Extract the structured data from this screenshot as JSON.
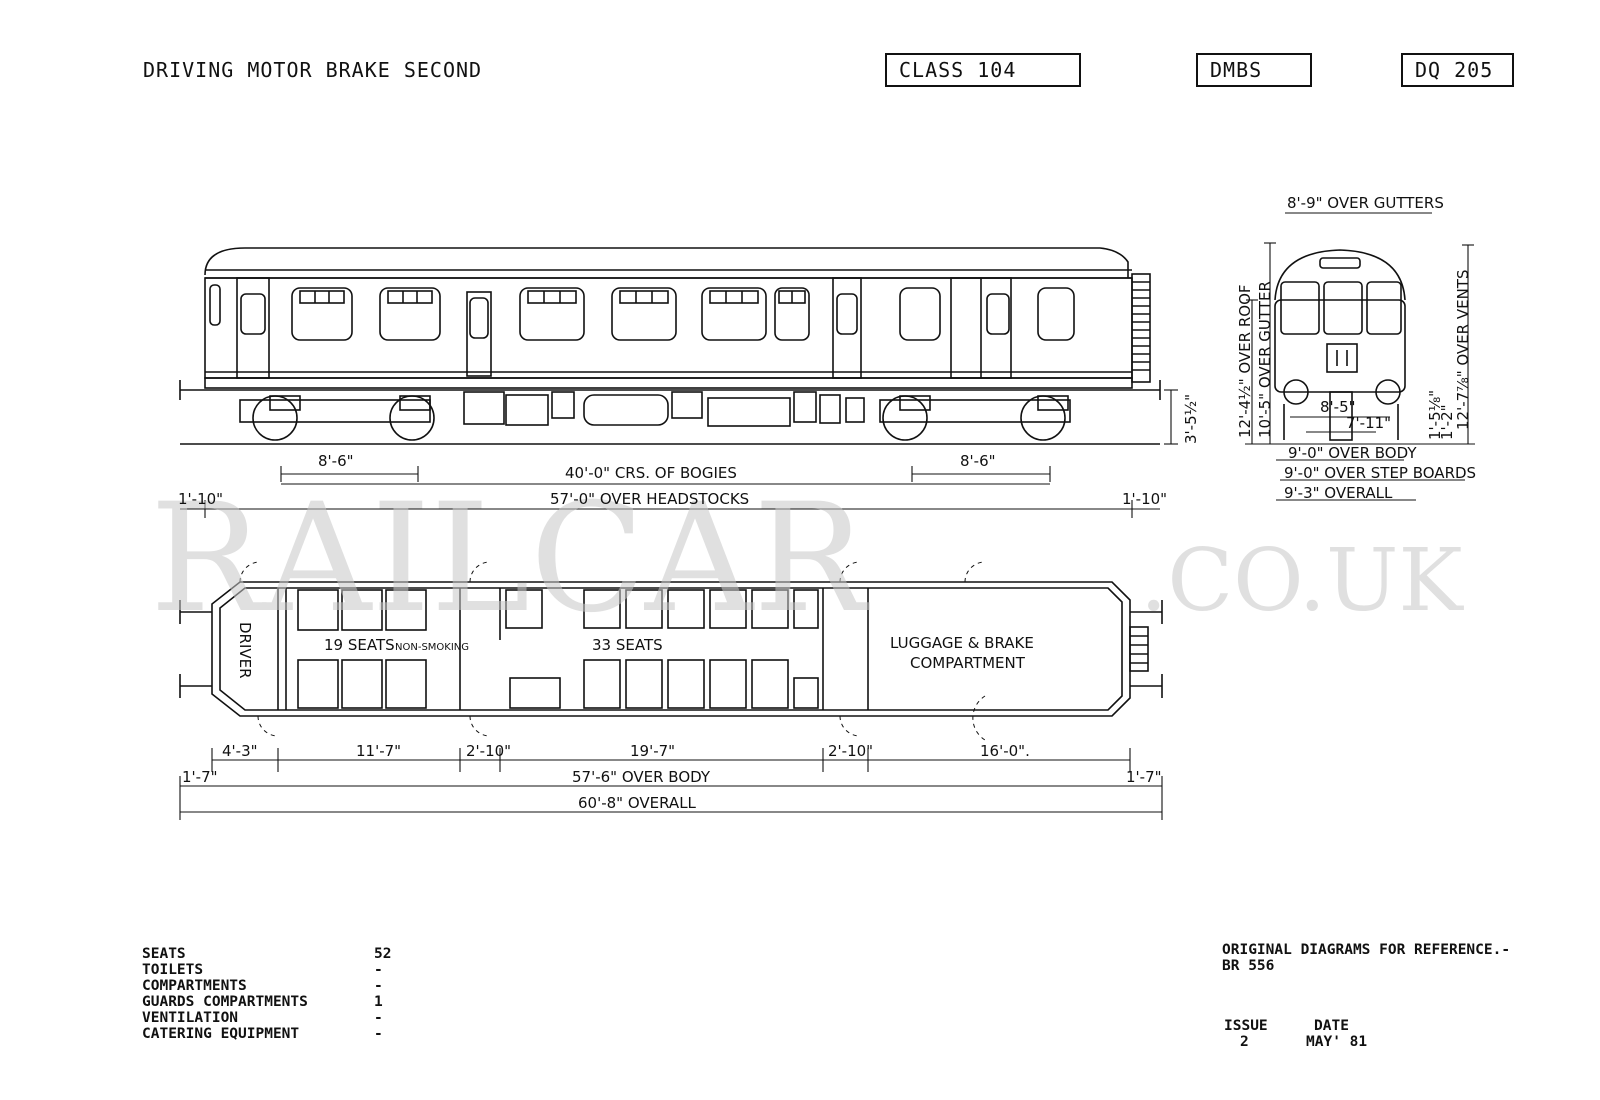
{
  "header": {
    "title": "DRIVING MOTOR BRAKE SECOND",
    "class": "CLASS 104",
    "code": "DMBS",
    "diagram": "DQ 205"
  },
  "watermark": {
    "main": "RAILCAR",
    "suffix": ".CO.UK"
  },
  "side_view": {
    "bogie_wheelbase_left": "8'-6\"",
    "bogie_wheelbase_right": "8'-6\"",
    "bogie_centres": "40'-0\" CRS. OF BOGIES",
    "over_headstocks": "57'-0\" OVER HEADSTOCKS",
    "overhang_left": "1'-10\"",
    "overhang_right": "1'-10\"",
    "rail_to_floor": "3'-5½\""
  },
  "end_view": {
    "over_gutters": "8'-9\" OVER GUTTERS",
    "over_roof": "12'-4½\" OVER ROOF",
    "over_gutter": "10'-5\" OVER GUTTER",
    "over_vents": "12'-7⅞\" OVER VENTS",
    "dim_a": "8'-5\"",
    "dim_b": "7'-11\"",
    "dim_c": "1'-5⅛\"",
    "dim_d": "1'-2\"",
    "over_body": "9'-0\" OVER BODY",
    "over_step_boards": "9'-0\" OVER STEP BOARDS",
    "overall": "9'-3\" OVERALL"
  },
  "plan_view": {
    "driver": "DRIVER",
    "seats_19": "19 SEATS",
    "non_smoking": "NON-SMOKING",
    "seats_33": "33 SEATS",
    "luggage_1": "LUGGAGE & BRAKE",
    "luggage_2": "COMPARTMENT",
    "d1": "4'-3\"",
    "d2": "11'-7\"",
    "d3": "2'-10\"",
    "d4": "19'-7\"",
    "d5": "2'-10\"",
    "d6": "16'-0\".",
    "end_left": "1'-7\"",
    "end_right": "1'-7\"",
    "over_body": "57'-6\" OVER BODY",
    "overall": "60'-8\" OVERALL"
  },
  "stats": [
    {
      "label": "SEATS",
      "value": "52"
    },
    {
      "label": "TOILETS",
      "value": "-"
    },
    {
      "label": "COMPARTMENTS",
      "value": "-"
    },
    {
      "label": "GUARDS COMPARTMENTS",
      "value": "1"
    },
    {
      "label": "VENTILATION",
      "value": "-"
    },
    {
      "label": "CATERING EQUIPMENT",
      "value": "-"
    }
  ],
  "reference": {
    "line1": "ORIGINAL DIAGRAMS FOR REFERENCE.-",
    "line2": "BR 556",
    "issue_label": "ISSUE",
    "issue_value": "2",
    "date_label": "DATE",
    "date_value": "MAY' 81"
  }
}
